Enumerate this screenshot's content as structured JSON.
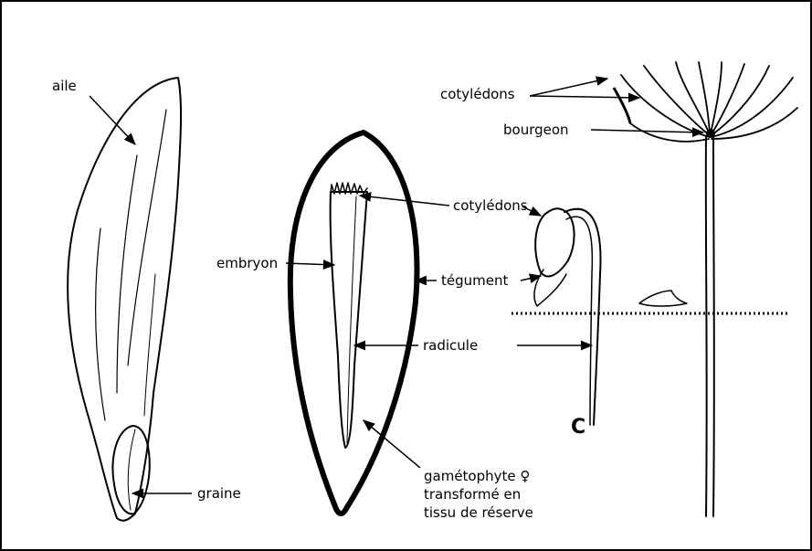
{
  "labels": {
    "aile": "aile",
    "graine": "graine",
    "embryon": "embryon",
    "cotyledons_seed": "cotylédons",
    "tegument": "tégument",
    "radicule": "radicule",
    "gametophyte_line1": "gamétophyte ♀",
    "gametophyte_line2": "transformé en",
    "gametophyte_line3": "tissu de réserve",
    "cotyledons_seedling": "cotylédons",
    "bourgeon": "bourgeon",
    "panel_c": "C"
  }
}
